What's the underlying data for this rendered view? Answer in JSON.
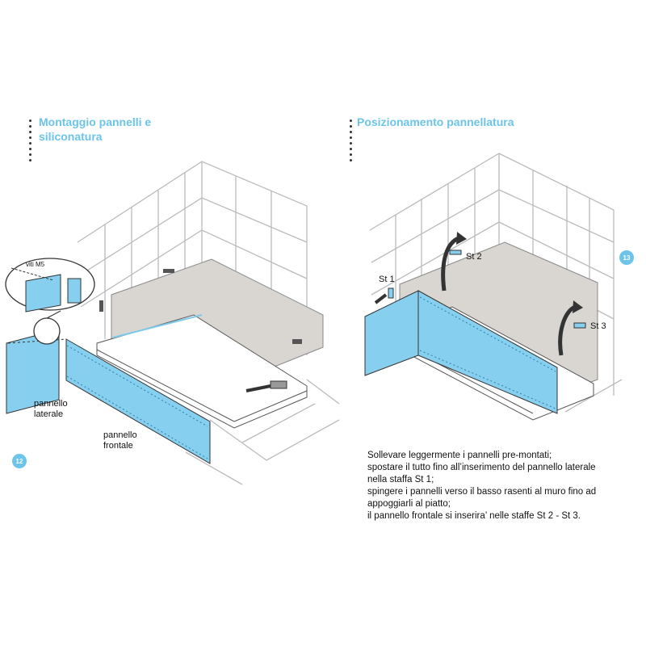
{
  "left": {
    "title_line1": "Montaggio pannelli e",
    "title_line2": "siliconatura",
    "page_number": "12",
    "label_screws": "viti M5",
    "label_side_1": "pannello",
    "label_side_2": "laterale",
    "label_front_1": "pannello",
    "label_front_2": "frontale"
  },
  "right": {
    "title": "Posizionamento pannellatura",
    "page_number": "13",
    "bracket_1": "St 1",
    "bracket_2": "St 2",
    "bracket_3": "St 3",
    "instructions": [
      "Sollevare leggermente i pannelli pre-montati;",
      "spostare il tutto fino all’inserimento del pannello laterale",
      "nella staffa St 1;",
      "spingere i pannelli verso il basso rasenti al muro fino ad",
      "appoggiarli al piatto;",
      "il pannello frontale si inserira’ nelle staffe St 2 - St 3."
    ]
  },
  "colors": {
    "accent": "#6cc4e8",
    "panel": "#87cfee",
    "stone": "#d9d6d1"
  }
}
